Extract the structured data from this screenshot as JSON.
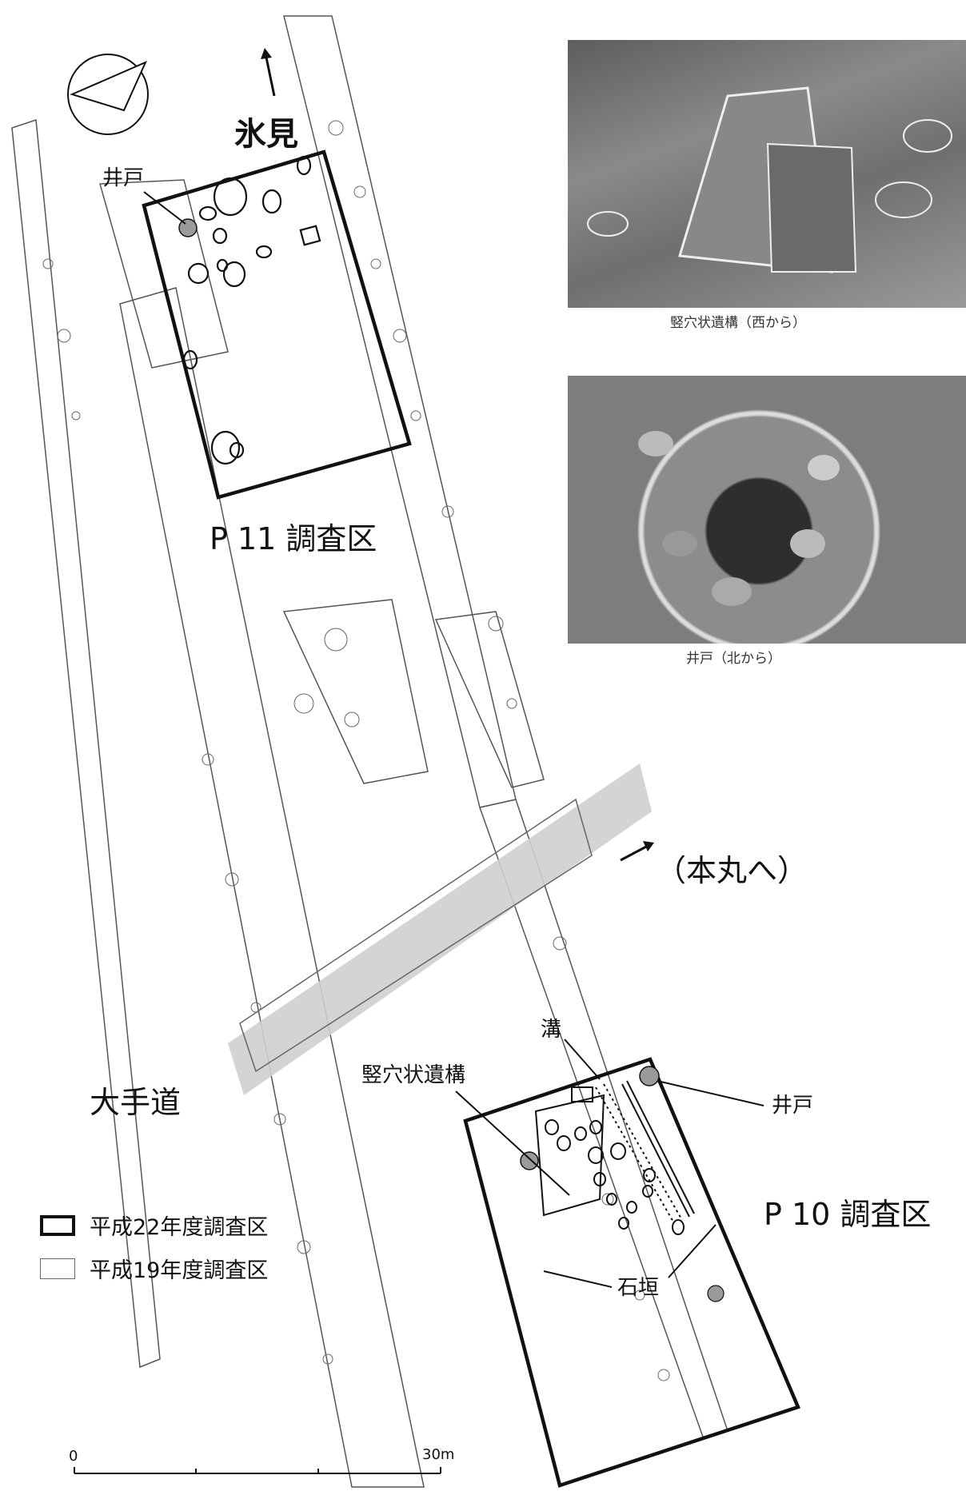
{
  "labels": {
    "north": "氷見",
    "p11": "P 11 調査区",
    "p10": "P 10 調査区",
    "honmaru": "（本丸へ）",
    "otemichi": "大手道",
    "well_north": "井戸",
    "well_south": "井戸",
    "ditch": "溝",
    "pit": "竪穴状遺構",
    "stonewall": "石垣"
  },
  "photos": [
    {
      "caption": "竪穴状遺構（西から）"
    },
    {
      "caption": "井戸（北から）"
    }
  ],
  "legend": [
    {
      "label": "平成22年度調査区",
      "style": "thick"
    },
    {
      "label": "平成19年度調査区",
      "style": "thin"
    }
  ],
  "scale": {
    "start": "0",
    "end": "30m"
  },
  "colors": {
    "ink": "#111111",
    "gray": "#cfcfcf",
    "feature_fill": "#9a9a9a"
  }
}
